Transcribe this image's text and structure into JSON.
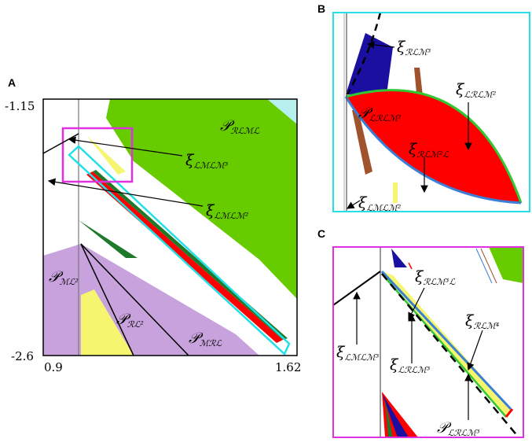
{
  "panels": {
    "a": {
      "letter": "A",
      "y_top_tick": "-1.15",
      "y_bottom_tick": "-2.6",
      "x_left_tick": "0.9",
      "x_right_tick": "1.62",
      "labels": {
        "p_rlml": {
          "main": "𝒫",
          "sub": "ℛℒℳℒ"
        },
        "xi_lmlm3": {
          "main": "ξ",
          "sub": "ℒℳℒℳ³"
        },
        "xi_lmlm2": {
          "main": "ξ",
          "sub": "ℒℳℒℳ²"
        },
        "p_ml2": {
          "main": "𝒫",
          "sub": "ℳℒ²"
        },
        "p_rl2": {
          "main": "𝒫",
          "sub": "ℛℒ²"
        },
        "p_mrl": {
          "main": "𝒫",
          "sub": "ℳℛℒ"
        }
      }
    },
    "b": {
      "letter": "B",
      "labels": {
        "xi_rlm3": {
          "main": "ξ",
          "sub": "ℛℒℳ³"
        },
        "xi_lrlm2": {
          "main": "ξ",
          "sub": "ℒℛℒℳ²"
        },
        "p_lrlm2": {
          "main": "𝒫",
          "sub": "ℒℛℒℳ²"
        },
        "xi_rlm2l": {
          "main": "ξ",
          "sub": "ℛℒℳ²ℒ"
        },
        "xi_lmlm2": {
          "main": "ξ",
          "sub": "ℒℳℒℳ²"
        }
      }
    },
    "c": {
      "letter": "C",
      "labels": {
        "xi_rlm3l": {
          "main": "ξ",
          "sub": "ℛℒℳ³ℒ"
        },
        "xi_rlm4": {
          "main": "ξ",
          "sub": "ℛℒℳ⁴"
        },
        "xi_lrlm3": {
          "main": "ξ",
          "sub": "ℒℛℒℳ³"
        },
        "xi_lmlm3": {
          "main": "ξ",
          "sub": "ℒℳℒℳ³"
        },
        "p_lrlm3": {
          "main": "𝒫",
          "sub": "ℒℛℒℳ³"
        }
      }
    }
  },
  "colors": {
    "green": "#66cc00",
    "purple": "#c8a2dc",
    "yellow": "#f5f570",
    "red": "#ff0000",
    "blue": "#1a0fa0",
    "brown": "#a0522d",
    "darkgreen": "#1e7a2a",
    "cyan": "#22e0e8",
    "magenta": "#e030e0",
    "lightcyan": "#b8f0f0",
    "edgeblue": "#3a7fd8"
  }
}
